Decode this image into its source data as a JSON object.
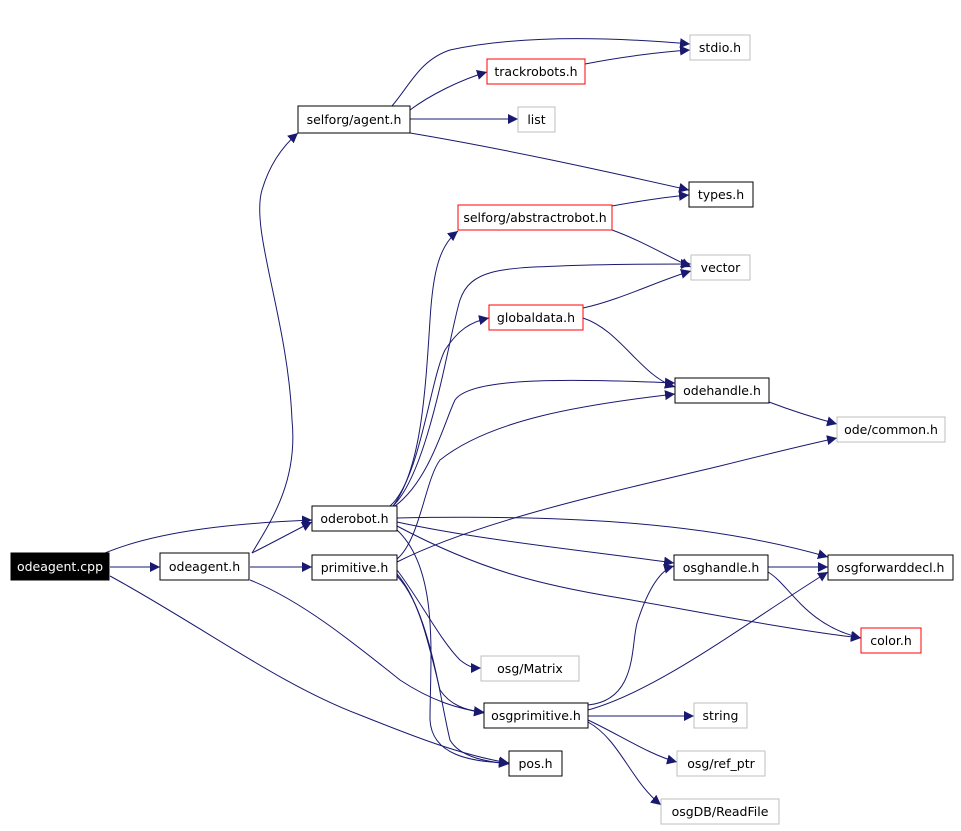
{
  "colors": {
    "edge": "#191970",
    "border_default": "#000000",
    "border_external": "#bfbfbf",
    "border_truncated": "#ff0000",
    "root_fill": "#000000",
    "root_text": "#ffffff",
    "node_fill": "#ffffff",
    "text": "#000000"
  },
  "nodes": [
    {
      "id": "odeagent_cpp",
      "label": "odeagent.cpp",
      "kind": "root"
    },
    {
      "id": "odeagent_h",
      "label": "odeagent.h",
      "kind": "default"
    },
    {
      "id": "selforg_agent_h",
      "label": "selforg/agent.h",
      "kind": "default"
    },
    {
      "id": "trackrobots_h",
      "label": "trackrobots.h",
      "kind": "truncated"
    },
    {
      "id": "stdio_h",
      "label": "stdio.h",
      "kind": "external"
    },
    {
      "id": "list",
      "label": "list",
      "kind": "external"
    },
    {
      "id": "types_h",
      "label": "types.h",
      "kind": "default"
    },
    {
      "id": "selforg_abstractrobot_h",
      "label": "selforg/abstractrobot.h",
      "kind": "truncated"
    },
    {
      "id": "vector",
      "label": "vector",
      "kind": "external"
    },
    {
      "id": "globaldata_h",
      "label": "globaldata.h",
      "kind": "truncated"
    },
    {
      "id": "odehandle_h",
      "label": "odehandle.h",
      "kind": "default"
    },
    {
      "id": "ode_common_h",
      "label": "ode/common.h",
      "kind": "external"
    },
    {
      "id": "oderobot_h",
      "label": "oderobot.h",
      "kind": "default"
    },
    {
      "id": "primitive_h",
      "label": "primitive.h",
      "kind": "default"
    },
    {
      "id": "osghandle_h",
      "label": "osghandle.h",
      "kind": "default"
    },
    {
      "id": "osgforwarddecl_h",
      "label": "osgforwarddecl.h",
      "kind": "default"
    },
    {
      "id": "color_h",
      "label": "color.h",
      "kind": "truncated"
    },
    {
      "id": "osg_matrix",
      "label": "osg/Matrix",
      "kind": "external"
    },
    {
      "id": "osgprimitive_h",
      "label": "osgprimitive.h",
      "kind": "default"
    },
    {
      "id": "string",
      "label": "string",
      "kind": "external"
    },
    {
      "id": "osg_ref_ptr",
      "label": "osg/ref_ptr",
      "kind": "external"
    },
    {
      "id": "pos_h",
      "label": "pos.h",
      "kind": "default"
    },
    {
      "id": "osgdb_readfile",
      "label": "osgDB/ReadFile",
      "kind": "external"
    }
  ],
  "edges": [
    {
      "from": "odeagent_cpp",
      "to": "odeagent_h"
    },
    {
      "from": "odeagent_cpp",
      "to": "oderobot_h"
    },
    {
      "from": "odeagent_cpp",
      "to": "pos_h"
    },
    {
      "from": "odeagent_h",
      "to": "selforg_agent_h"
    },
    {
      "from": "odeagent_h",
      "to": "oderobot_h"
    },
    {
      "from": "odeagent_h",
      "to": "primitive_h"
    },
    {
      "from": "odeagent_h",
      "to": "osgprimitive_h"
    },
    {
      "from": "selforg_agent_h",
      "to": "stdio_h"
    },
    {
      "from": "selforg_agent_h",
      "to": "trackrobots_h"
    },
    {
      "from": "selforg_agent_h",
      "to": "list"
    },
    {
      "from": "selforg_agent_h",
      "to": "types_h"
    },
    {
      "from": "trackrobots_h",
      "to": "stdio_h"
    },
    {
      "from": "selforg_abstractrobot_h",
      "to": "types_h"
    },
    {
      "from": "selforg_abstractrobot_h",
      "to": "vector"
    },
    {
      "from": "globaldata_h",
      "to": "vector"
    },
    {
      "from": "globaldata_h",
      "to": "odehandle_h"
    },
    {
      "from": "odehandle_h",
      "to": "ode_common_h"
    },
    {
      "from": "oderobot_h",
      "to": "selforg_abstractrobot_h"
    },
    {
      "from": "oderobot_h",
      "to": "vector"
    },
    {
      "from": "oderobot_h",
      "to": "globaldata_h"
    },
    {
      "from": "oderobot_h",
      "to": "odehandle_h"
    },
    {
      "from": "oderobot_h",
      "to": "osgforwarddecl_h"
    },
    {
      "from": "oderobot_h",
      "to": "osghandle_h"
    },
    {
      "from": "oderobot_h",
      "to": "color_h"
    },
    {
      "from": "oderobot_h",
      "to": "pos_h"
    },
    {
      "from": "primitive_h",
      "to": "odehandle_h"
    },
    {
      "from": "primitive_h",
      "to": "ode_common_h"
    },
    {
      "from": "primitive_h",
      "to": "osg_matrix"
    },
    {
      "from": "primitive_h",
      "to": "osgprimitive_h"
    },
    {
      "from": "primitive_h",
      "to": "pos_h"
    },
    {
      "from": "osghandle_h",
      "to": "osgforwarddecl_h"
    },
    {
      "from": "osghandle_h",
      "to": "color_h"
    },
    {
      "from": "osgprimitive_h",
      "to": "osghandle_h"
    },
    {
      "from": "osgprimitive_h",
      "to": "osgforwarddecl_h"
    },
    {
      "from": "osgprimitive_h",
      "to": "string"
    },
    {
      "from": "osgprimitive_h",
      "to": "osg_ref_ptr"
    },
    {
      "from": "osgprimitive_h",
      "to": "osgdb_readfile"
    }
  ]
}
